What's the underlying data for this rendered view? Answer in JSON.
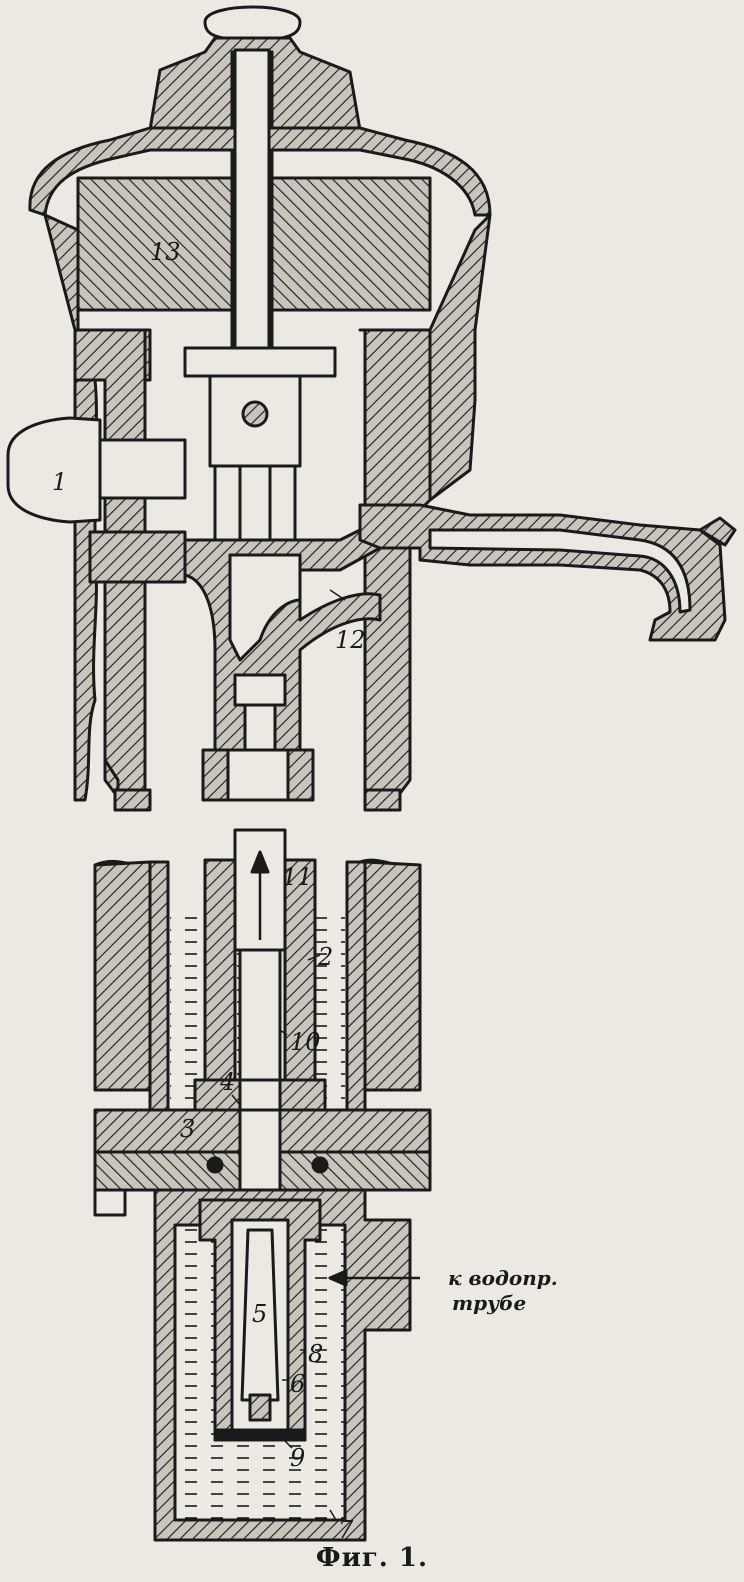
{
  "figure": {
    "caption": "Фиг. 1.",
    "labels": {
      "l1": "1",
      "l2": "2",
      "l3": "3",
      "l4": "4",
      "l5": "5",
      "l6": "6",
      "l7": "7",
      "l8": "8",
      "l9": "9",
      "l10": "10",
      "l11": "11",
      "l12": "12",
      "l13": "13"
    },
    "annotation": {
      "line1": "к водопр.",
      "line2": "трубе"
    }
  },
  "colors": {
    "ink": "#1a1a1a",
    "paper": "#ece9e3",
    "section_fill": "#b9b5ad"
  }
}
